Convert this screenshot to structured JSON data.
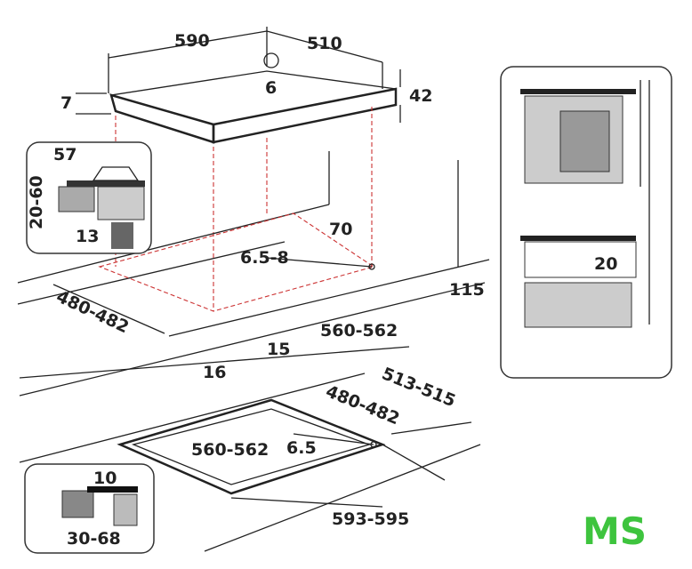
{
  "top_view": {
    "width": "590",
    "depth": "510",
    "gas_inlet": "6",
    "glass_thickness": "7",
    "height": "42"
  },
  "detail_top_left": {
    "burner_height": "57",
    "worktop": "20-60",
    "gap": "13"
  },
  "cutout_top": {
    "rear": "70",
    "inlet_offset": "6.5-8",
    "side": "115",
    "depth": "480-482",
    "width": "560-562",
    "front": "15",
    "front_edge": "16"
  },
  "cutout_bottom": {
    "outer_depth": "513-515",
    "depth": "480-482",
    "width": "560-562",
    "inlet": "6.5",
    "outer_width": "593-595"
  },
  "detail_bottom_left": {
    "rim": "10",
    "worktop": "30-68"
  },
  "side_panel": {
    "clearance": "20"
  },
  "logo": {
    "text": "MS",
    "colors": [
      "#3ec43e",
      "#1f3a93"
    ]
  }
}
